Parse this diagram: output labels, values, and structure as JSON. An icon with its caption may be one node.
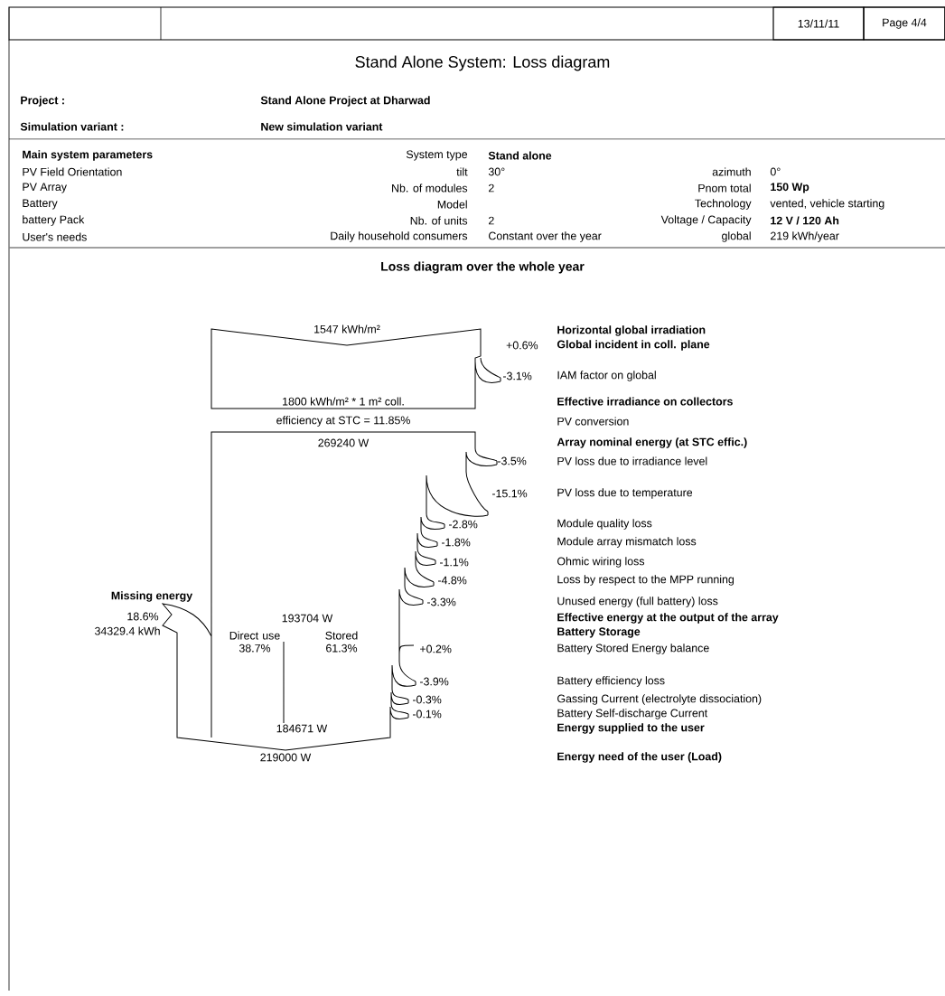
{
  "diagram": {
    "title": "Stand Alone System: Loss diagram",
    "labels": [
      "13/11/11",
      "Page 4/4",
      "Project :",
      "Stand Alone Project at Dharwad",
      "Simulation variant :",
      "New simulation variant",
      "Main system parameters",
      "System type",
      "Stand alone",
      "PV Field Orientation",
      "tilt",
      "30°",
      "azimuth",
      "0°",
      "PV Array",
      "Nb. of modules",
      "2",
      "Pnom total",
      "150 Wp",
      "Battery",
      "Model",
      "Technology",
      "vented, vehicle starting",
      "battery Pack",
      "Nb. of units",
      "2",
      "Voltage / Capacity",
      "12 V / 120 Ah",
      "User's needs",
      "Daily household consumers",
      "Constant over the year",
      "global",
      "219 kWh/year",
      "Loss diagram over the whole year",
      "1547 kWh/m²",
      "+0.6%",
      "-3.1%",
      "1800 kWh/m² * 1 m² coll.",
      "efficiency at STC = 11.85%",
      "269240 W",
      "-3.5%",
      "-15.1%",
      "-2.8%",
      "-1.8%",
      "-1.1%",
      "-4.8%",
      "-3.3%",
      "Missing energy",
      "18.6%",
      "34329.4 kWh",
      "193704 W",
      "Direct use 38.7%",
      "Stored 61.3%",
      "+0.2%",
      "-3.9%",
      "-0.3%",
      "-0.1%",
      "184671 W",
      "219000 W",
      "Horizontal global irradiation",
      "Global incident in coll. plane",
      "IAM factor on global",
      "Effective irradiance on collectors",
      "PV conversion",
      "Array nominal energy (at STC effic.)",
      "PV loss due to irradiance level",
      "PV loss due to temperature",
      "Module quality loss",
      "Module array mismatch loss",
      "Ohmic wiring loss",
      "Loss by respect to the MPP running",
      "Unused energy (full battery) loss",
      "Effective energy at the output of the array",
      "Battery Storage",
      "Battery Stored Energy balance",
      "Battery efficiency loss",
      "Gassing Current (electrolyte dissociation)",
      "Battery Self-discharge Current",
      "Energy supplied to the user",
      "Energy need of the user (Load)"
    ]
  }
}
